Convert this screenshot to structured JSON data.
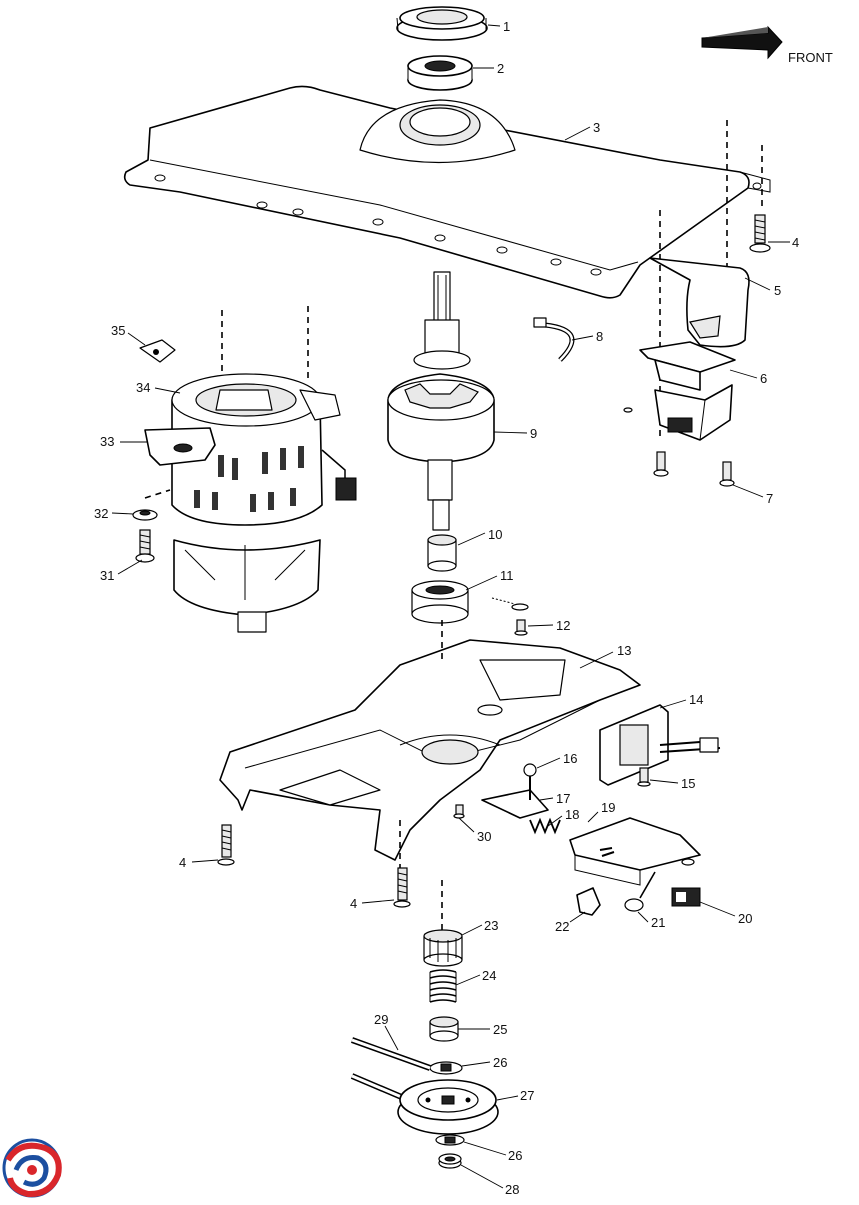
{
  "header": {
    "direction_label": "FRONT"
  },
  "callouts": [
    {
      "id": "c1",
      "num": "1"
    },
    {
      "id": "c2",
      "num": "2"
    },
    {
      "id": "c3",
      "num": "3"
    },
    {
      "id": "c4a",
      "num": "4"
    },
    {
      "id": "c5",
      "num": "5"
    },
    {
      "id": "c6",
      "num": "6"
    },
    {
      "id": "c7",
      "num": "7"
    },
    {
      "id": "c8",
      "num": "8"
    },
    {
      "id": "c9",
      "num": "9"
    },
    {
      "id": "c10",
      "num": "10"
    },
    {
      "id": "c11",
      "num": "11"
    },
    {
      "id": "c12",
      "num": "12"
    },
    {
      "id": "c13",
      "num": "13"
    },
    {
      "id": "c14",
      "num": "14"
    },
    {
      "id": "c15",
      "num": "15"
    },
    {
      "id": "c16",
      "num": "16"
    },
    {
      "id": "c17",
      "num": "17"
    },
    {
      "id": "c18",
      "num": "18"
    },
    {
      "id": "c19",
      "num": "19"
    },
    {
      "id": "c20",
      "num": "20"
    },
    {
      "id": "c21",
      "num": "21"
    },
    {
      "id": "c22",
      "num": "22"
    },
    {
      "id": "c23",
      "num": "23"
    },
    {
      "id": "c24",
      "num": "24"
    },
    {
      "id": "c25",
      "num": "25"
    },
    {
      "id": "c26a",
      "num": "26"
    },
    {
      "id": "c27",
      "num": "27"
    },
    {
      "id": "c26b",
      "num": "26"
    },
    {
      "id": "c28",
      "num": "28"
    },
    {
      "id": "c29",
      "num": "29"
    },
    {
      "id": "c30",
      "num": "30"
    },
    {
      "id": "c4b",
      "num": "4"
    },
    {
      "id": "c4c",
      "num": "4"
    },
    {
      "id": "c31",
      "num": "31"
    },
    {
      "id": "c32",
      "num": "32"
    },
    {
      "id": "c33",
      "num": "33"
    },
    {
      "id": "c34",
      "num": "34"
    },
    {
      "id": "c35",
      "num": "35"
    }
  ],
  "colors": {
    "logo_red": "#d9262b",
    "logo_blue": "#1c4fa0"
  }
}
